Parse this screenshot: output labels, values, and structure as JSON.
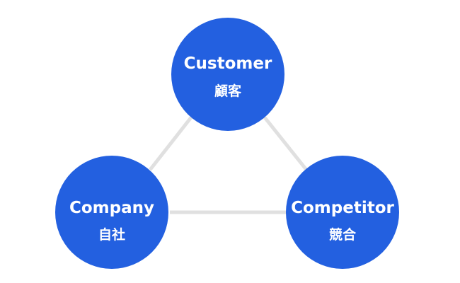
{
  "colors": {
    "node_fill": "#2360e0",
    "connector": "#e0e0e0",
    "text": "#ffffff"
  },
  "nodes": {
    "customer": {
      "label": "Customer",
      "label_ja": "顧客"
    },
    "company": {
      "label": "Company",
      "label_ja": "自社"
    },
    "competitor": {
      "label": "Competitor",
      "label_ja": "競合"
    }
  },
  "edges": [
    {
      "from": "customer",
      "to": "company"
    },
    {
      "from": "customer",
      "to": "competitor"
    },
    {
      "from": "company",
      "to": "competitor"
    }
  ]
}
